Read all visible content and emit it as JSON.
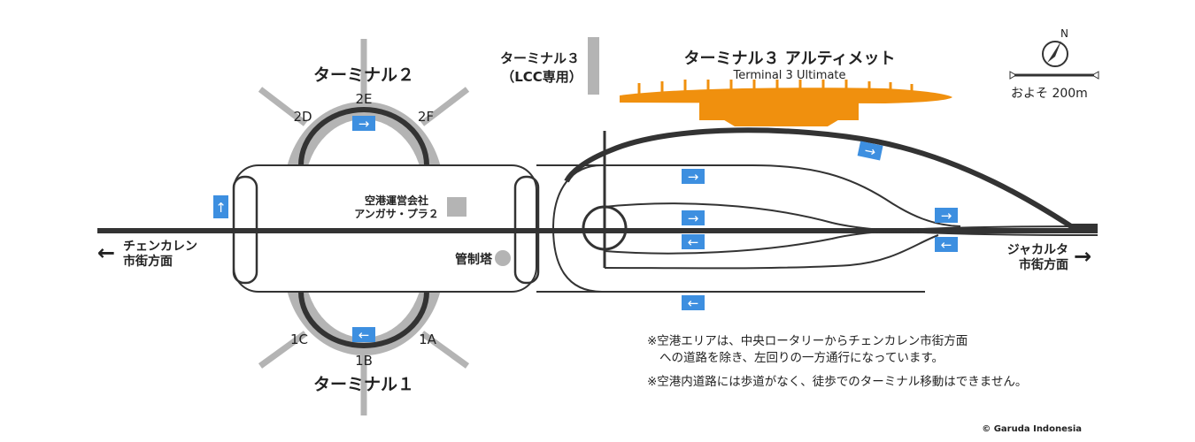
{
  "terminals": {
    "t2": {
      "name": "ターミナル２",
      "gates": [
        "2D",
        "2E",
        "2F"
      ]
    },
    "t1": {
      "name": "ターミナル１",
      "gates": [
        "1C",
        "1B",
        "1A"
      ]
    },
    "t3_lcc": {
      "line1": "ターミナル３",
      "line2": "（LCC専用）"
    },
    "t3_ultimate": {
      "name_ja": "ターミナル３ アルティメット",
      "name_en": "Terminal 3 Ultimate"
    }
  },
  "landmarks": {
    "operator_line1": "空港運営会社",
    "operator_line2": "アンガサ・プラ２",
    "control_tower": "管制塔"
  },
  "directions": {
    "west_line1": "チェンカレン",
    "west_line2": "市街方面",
    "east_line1": "ジャカルタ",
    "east_line2": "市街方面"
  },
  "scale": {
    "north": "N",
    "label": "およそ 200m"
  },
  "notes": [
    "※空港エリアは、中央ロータリーからチェンカレン市街方面",
    "への道路を除き、左回りの一方通行になっています。",
    "※空港内道路には歩道がなく、徒歩でのターミナル移動はできません。"
  ],
  "copyright": "© Garuda Indonesia",
  "colors": {
    "road": "#333333",
    "terminal_grey": "#b4b4b4",
    "terminal3_orange": "#f0900e",
    "arrow_sign": "#3d8fe0",
    "text": "#222222"
  },
  "icons": {
    "arrow_left": "←",
    "arrow_right": "→",
    "arrow_up": "↑",
    "direction_arrow_west": "←",
    "direction_arrow_east": "→"
  }
}
